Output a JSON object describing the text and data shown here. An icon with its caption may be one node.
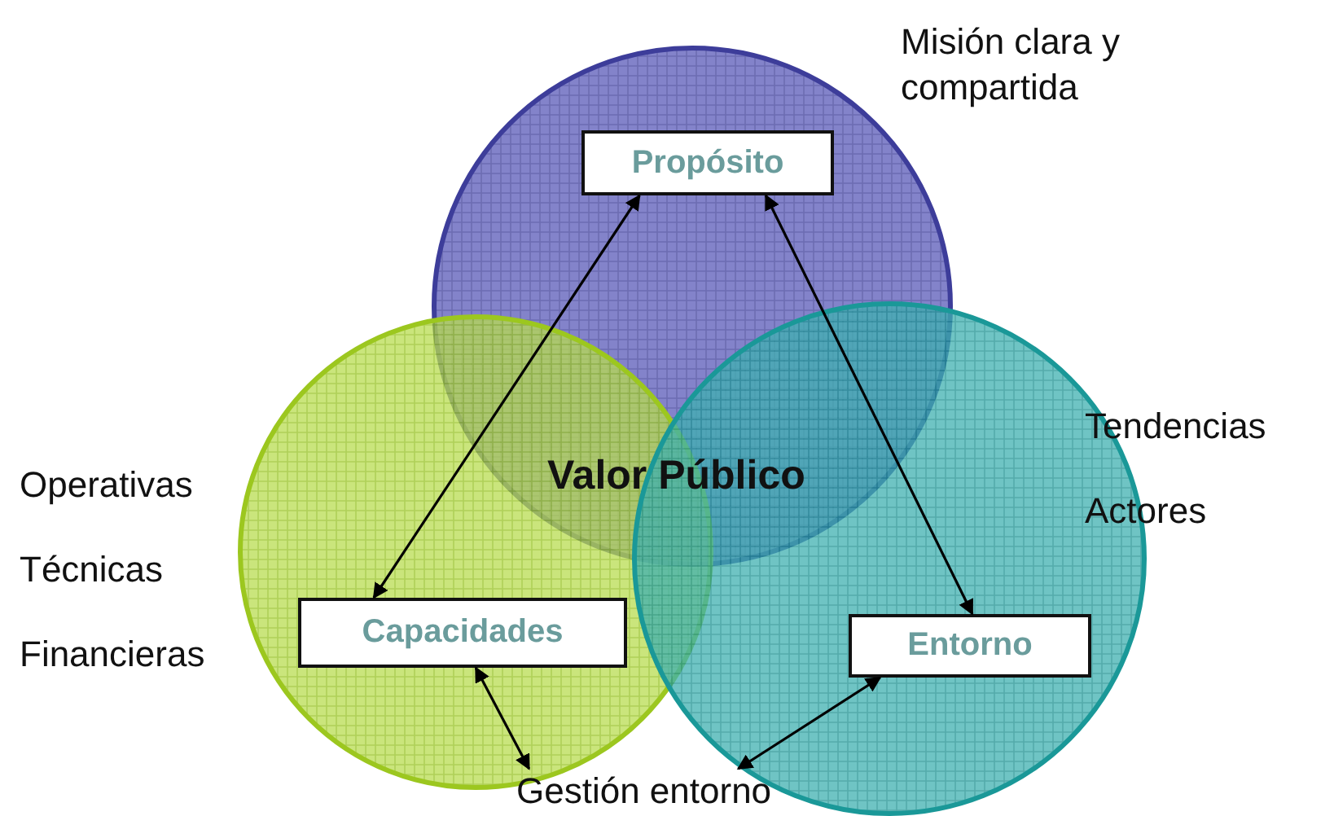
{
  "diagram": {
    "nodes": [
      {
        "text": [],
        "shape": "circle"
      },
      {
        "text": [
          "Propósito"
        ],
        "in": 0
      },
      {
        "text": [],
        "shape": "circle"
      },
      {
        "text": [
          "Capacidades"
        ],
        "in": 2
      },
      {
        "text": [],
        "shape": "circle"
      },
      {
        "text": [
          "Entorno"
        ],
        "in": 4
      },
      {
        "text": [
          "Gestión entorno"
        ]
      }
    ],
    "edges": [
      {
        "from": 1,
        "to": 3,
        "arrow": "both"
      },
      {
        "from": 1,
        "to": 5,
        "arrow": "both"
      },
      {
        "from": 3,
        "to": 6,
        "arrow": "both"
      },
      {
        "from": 5,
        "to": 6,
        "arrow": "both"
      }
    ],
    "labels": [
      "Misión clara y compartida",
      "Valor Público",
      "Tendencias",
      "Actores",
      "Operativas",
      "Técnicas",
      "Financieras"
    ]
  }
}
